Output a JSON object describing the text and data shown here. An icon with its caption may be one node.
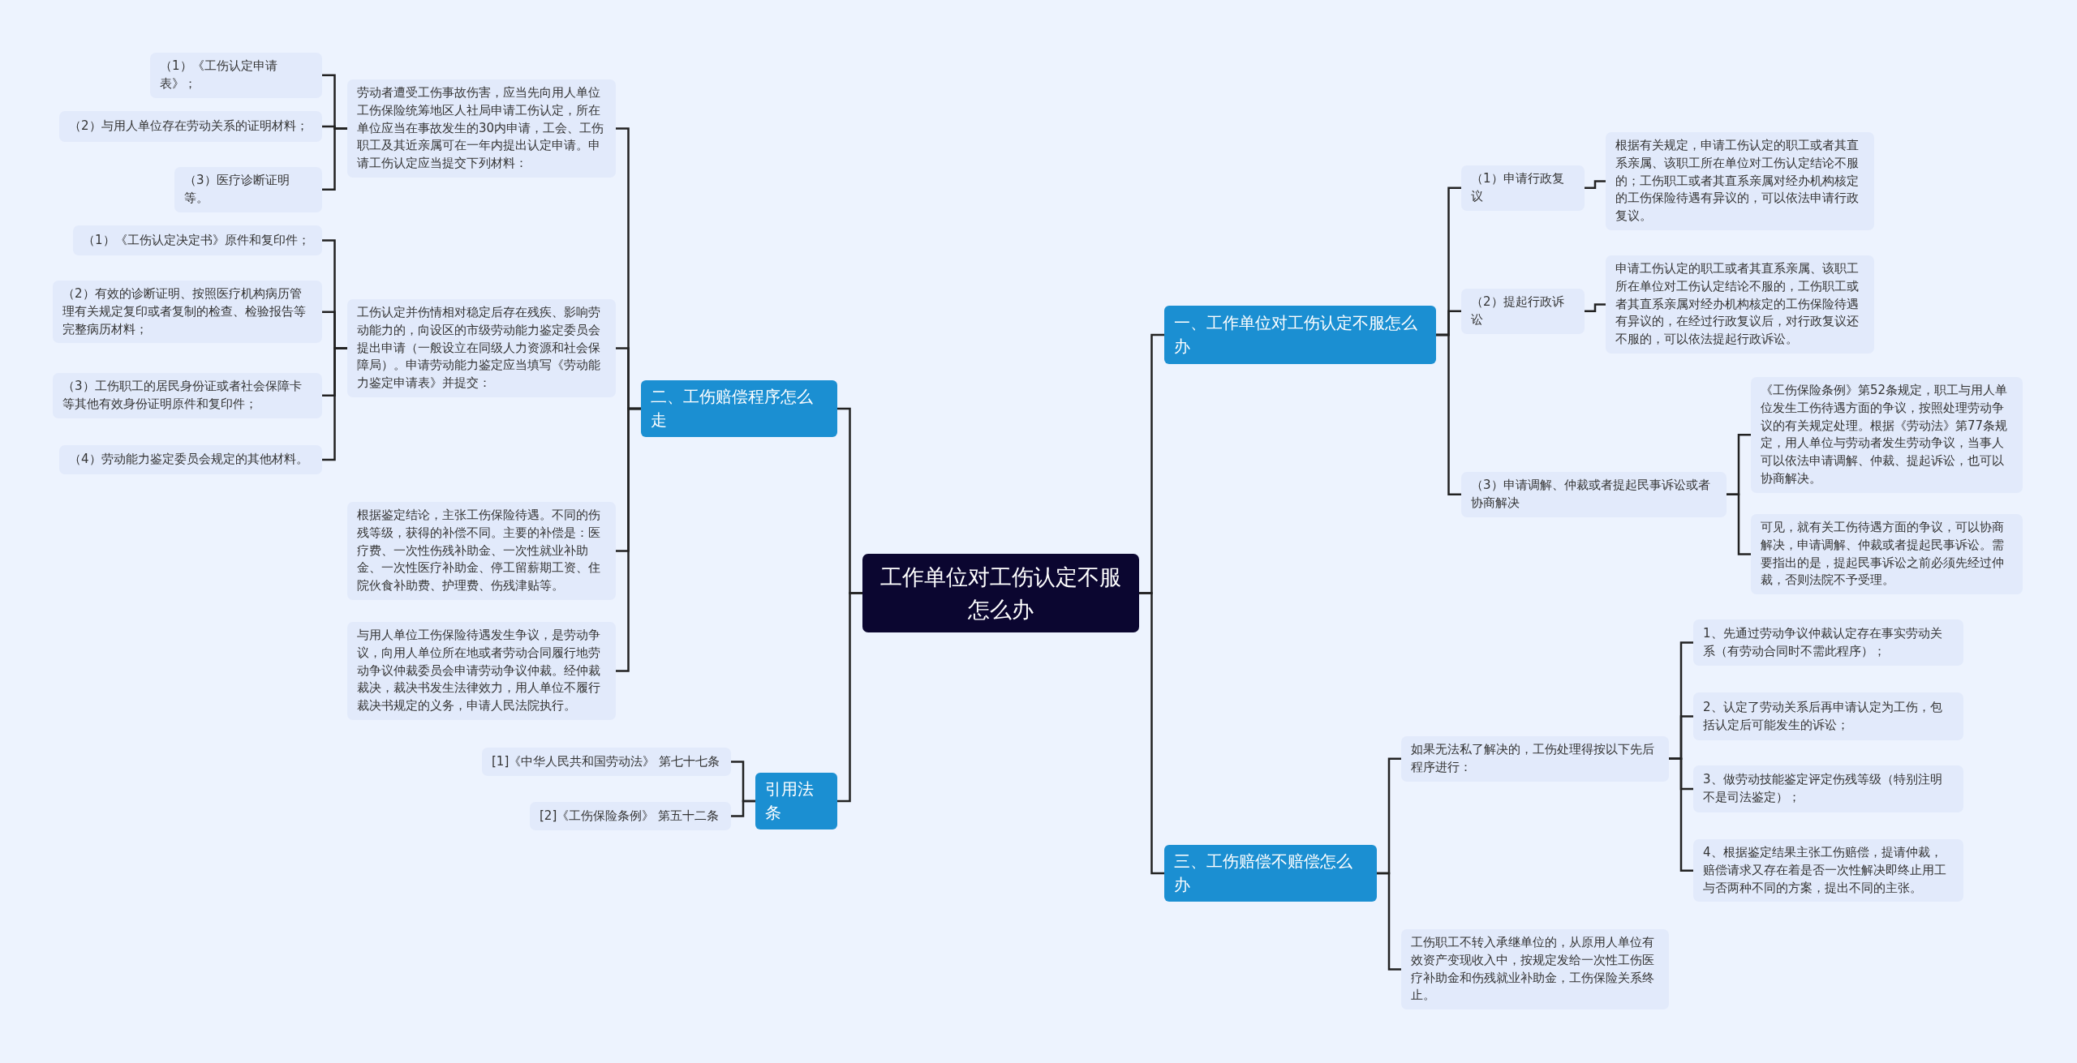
{
  "diagram": {
    "nodes": [
      {
        "text": [
          "工作单位对工伤认定不服怎么办"
        ]
      },
      {
        "text": [
          "一、工作单位对工伤认定不服怎么办"
        ]
      },
      {
        "text": [
          "（1）申请行政复议"
        ]
      },
      {
        "text": [
          "根据有关规定，申请工伤认定的职工或者其直系亲属、该职工所在单位对工伤认定结论不服的；工伤职工或者其直系亲属对经办机构核定的工伤保险待遇有异议的，可以依法申请行政复议。"
        ]
      },
      {
        "text": [
          "（2）提起行政诉讼"
        ]
      },
      {
        "text": [
          "申请工伤认定的职工或者其直系亲属、该职工所在单位对工伤认定结论不服的，工伤职工或者其直系亲属对经办机构核定的工伤保险待遇有异议的，在经过行政复议后，对行政复议还不服的，可以依法提起行政诉讼。"
        ]
      },
      {
        "text": [
          "（3）申请调解、仲裁或者提起民事诉讼或者协商解决"
        ]
      },
      {
        "text": [
          "《工伤保险条例》第52条规定，职工与用人单位发生工伤待遇方面的争议，按照处理劳动争议的有关规定处理。根据《劳动法》第77条规定，用人单位与劳动者发生劳动争议，当事人可以依法申请调解、仲裁、提起诉讼，也可以协商解决。"
        ]
      },
      {
        "text": [
          "可见，就有关工伤待遇方面的争议，可以协商解决，申请调解、仲裁或者提起民事诉讼。需要指出的是，提起民事诉讼之前必须先经过仲裁，否则法院不予受理。"
        ]
      },
      {
        "text": [
          "二、工伤赔偿程序怎么走"
        ]
      },
      {
        "text": [
          "劳动者遭受工伤事故伤害，应当先向用人单位工伤保险统筹地区人社局申请工伤认定，所在单位应当在事故发生的30内申请，工会、工伤职工及其近亲属可在一年内提出认定申请。申请工伤认定应当提交下列材料："
        ]
      },
      {
        "text": [
          "（1）《工伤认定申请表》；"
        ]
      },
      {
        "text": [
          "（2）与用人单位存在劳动关系的证明材料；"
        ]
      },
      {
        "text": [
          "（3）医疗诊断证明等。"
        ]
      },
      {
        "text": [
          "工伤认定并伤情相对稳定后存在残疾、影响劳动能力的，向设区的市级劳动能力鉴定委员会提出申请（一般设立在同级人力资源和社会保障局）。申请劳动能力鉴定应当填写《劳动能力鉴定申请表》并提交："
        ]
      },
      {
        "text": [
          "（1）《工伤认定决定书》原件和复印件；"
        ]
      },
      {
        "text": [
          "（2）有效的诊断证明、按照医疗机构病历管理有关规定复印或者复制的检查、检验报告等完整病历材料；"
        ]
      },
      {
        "text": [
          "（3）工伤职工的居民身份证或者社会保障卡等其他有效身份证明原件和复印件；"
        ]
      },
      {
        "text": [
          "（4）劳动能力鉴定委员会规定的其他材料。"
        ]
      },
      {
        "text": [
          "根据鉴定结论，主张工伤保险待遇。不同的伤残等级，获得的补偿不同。主要的补偿是：医疗费、一次性伤残补助金、一次性就业补助金、一次性医疗补助金、停工留薪期工资、住院伙食补助费、护理费、伤残津贴等。"
        ]
      },
      {
        "text": [
          "与用人单位工伤保险待遇发生争议，是劳动争议，向用人单位所在地或者劳动合同履行地劳动争议仲裁委员会申请劳动争议仲裁。经仲裁裁决，裁决书发生法律效力，用人单位不履行裁决书规定的义务，申请人民法院执行。"
        ]
      },
      {
        "text": [
          "三、工伤赔偿不赔偿怎么办"
        ]
      },
      {
        "text": [
          "如果无法私了解决的，工伤处理得按以下先后程序进行："
        ]
      },
      {
        "text": [
          "1、先通过劳动争议仲裁认定存在事实劳动关系（有劳动合同时不需此程序）；"
        ]
      },
      {
        "text": [
          "2、认定了劳动关系后再申请认定为工伤，包括认定后可能发生的诉讼；"
        ]
      },
      {
        "text": [
          "3、做劳动技能鉴定评定伤残等级（特别注明不是司法鉴定）；"
        ]
      },
      {
        "text": [
          "4、根据鉴定结果主张工伤赔偿，提请仲裁，赔偿请求又存在着是否一次性解决即终止用工与否两种不同的方案，提出不同的主张。"
        ]
      },
      {
        "text": [
          "工伤职工不转入承继单位的，从原用人单位有效资产变现收入中，按规定发给一次性工伤医疗补助金和伤残就业补助金，工伤保险关系终止。"
        ]
      },
      {
        "text": [
          "引用法条"
        ]
      },
      {
        "text": [
          "[1]《中华人民共和国劳动法》 第七十七条"
        ]
      },
      {
        "text": [
          "[2]《工伤保险条例》 第五十二条"
        ]
      }
    ],
    "edges": [
      {
        "from": 0,
        "to": 1,
        "arrow": "none"
      },
      {
        "from": 1,
        "to": 2,
        "arrow": "none"
      },
      {
        "from": 2,
        "to": 3,
        "arrow": "none"
      },
      {
        "from": 1,
        "to": 4,
        "arrow": "none"
      },
      {
        "from": 4,
        "to": 5,
        "arrow": "none"
      },
      {
        "from": 1,
        "to": 6,
        "arrow": "none"
      },
      {
        "from": 6,
        "to": 7,
        "arrow": "none"
      },
      {
        "from": 6,
        "to": 8,
        "arrow": "none"
      },
      {
        "from": 0,
        "to": 9,
        "arrow": "none"
      },
      {
        "from": 9,
        "to": 10,
        "arrow": "none"
      },
      {
        "from": 10,
        "to": 11,
        "arrow": "none"
      },
      {
        "from": 10,
        "to": 12,
        "arrow": "none"
      },
      {
        "from": 10,
        "to": 13,
        "arrow": "none"
      },
      {
        "from": 9,
        "to": 14,
        "arrow": "none"
      },
      {
        "from": 14,
        "to": 15,
        "arrow": "none"
      },
      {
        "from": 14,
        "to": 16,
        "arrow": "none"
      },
      {
        "from": 14,
        "to": 17,
        "arrow": "none"
      },
      {
        "from": 14,
        "to": 18,
        "arrow": "none"
      },
      {
        "from": 9,
        "to": 19,
        "arrow": "none"
      },
      {
        "from": 9,
        "to": 20,
        "arrow": "none"
      },
      {
        "from": 0,
        "to": 21,
        "arrow": "none"
      },
      {
        "from": 21,
        "to": 22,
        "arrow": "none"
      },
      {
        "from": 22,
        "to": 23,
        "arrow": "none"
      },
      {
        "from": 22,
        "to": 24,
        "arrow": "none"
      },
      {
        "from": 22,
        "to": 25,
        "arrow": "none"
      },
      {
        "from": 22,
        "to": 26,
        "arrow": "none"
      },
      {
        "from": 21,
        "to": 27,
        "arrow": "none"
      },
      {
        "from": 0,
        "to": 28,
        "arrow": "none"
      },
      {
        "from": 28,
        "to": 29,
        "arrow": "none"
      },
      {
        "from": 28,
        "to": 30,
        "arrow": "none"
      }
    ]
  }
}
